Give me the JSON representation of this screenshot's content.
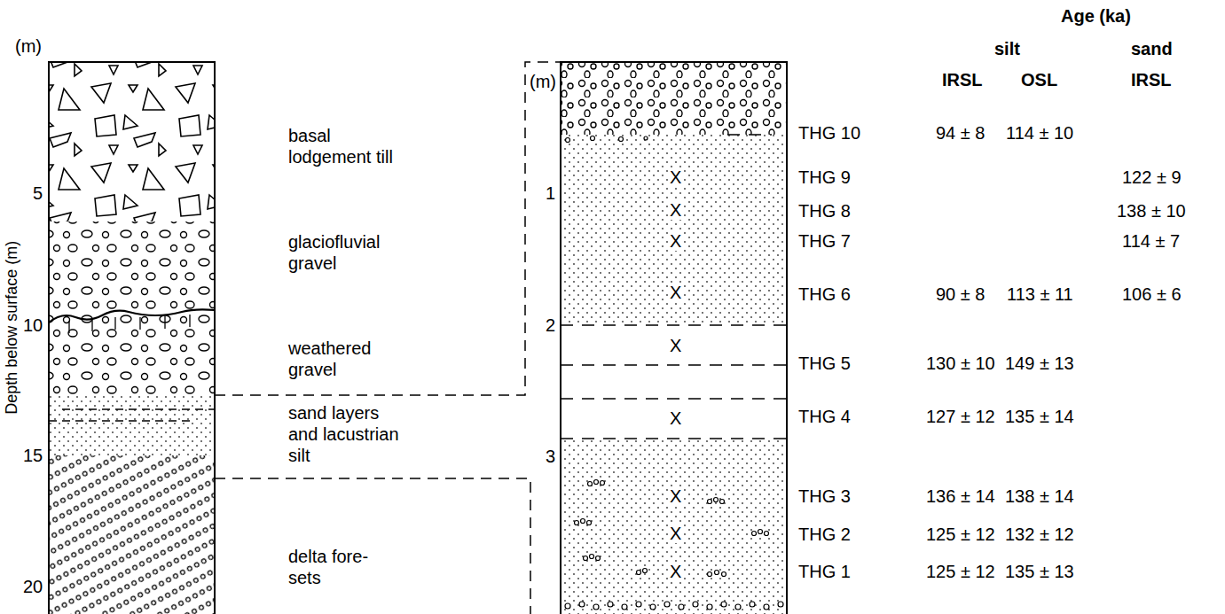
{
  "diagram": {
    "labels": [
      "Age (ka)",
      "silt",
      "sand",
      "IRSL",
      "OSL",
      "IRSL",
      "(m)",
      "basal lodgement till",
      "5",
      "glaciofluvial gravel",
      "10",
      "weathered gravel",
      "sand layers and lacustrian silt",
      "15",
      "delta fore-sets",
      "20",
      "Depth below surface (m)",
      "(m)",
      "THG 10",
      "94 ± 8",
      "114 ± 10",
      "1",
      "X",
      "THG 9",
      "122 ± 9",
      "X",
      "THG 8",
      "138 ± 10",
      "X",
      "THG 7",
      "114 ± 7",
      "X",
      "THG 6",
      "90 ± 8",
      "113 ± 11",
      "106 ± 6",
      "2",
      "X",
      "THG 5",
      "130 ± 10",
      "149 ± 13",
      "X",
      "THG 4",
      "127 ± 12",
      "135 ± 14",
      "3",
      "X",
      "THG 3",
      "136 ± 14",
      "138 ± 14",
      "X",
      "THG 2",
      "125 ± 12",
      "132 ± 12",
      "X",
      "THG 1",
      "125 ± 12",
      "135 ± 13"
    ]
  }
}
